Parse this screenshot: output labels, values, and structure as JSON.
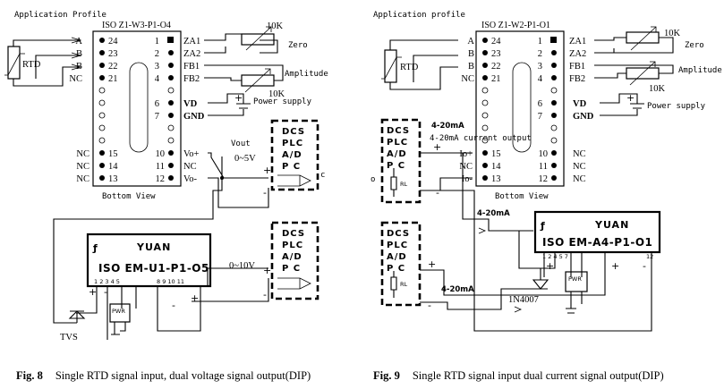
{
  "fig8": {
    "profile_title": "Application Profile",
    "part_number": "ISO Z1-W3-P1-O4",
    "rtd_label": "RTD",
    "left_pins": [
      {
        "name": "A",
        "num": "24"
      },
      {
        "name": "B",
        "num": "23"
      },
      {
        "name": "B",
        "num": "22"
      },
      {
        "name": "NC",
        "num": "21"
      }
    ],
    "right_pins": [
      {
        "name": "ZA1",
        "num": "1"
      },
      {
        "name": "ZA2",
        "num": "2"
      },
      {
        "name": "FB1",
        "num": "3"
      },
      {
        "name": "FB2",
        "num": "4"
      },
      {
        "name": "VD",
        "num": "6"
      },
      {
        "name": "GND",
        "num": "7"
      }
    ],
    "left_pins_bottom": [
      {
        "name": "NC",
        "num": "15"
      },
      {
        "name": "NC",
        "num": "14"
      },
      {
        "name": "NC",
        "num": "13"
      }
    ],
    "right_pins_bottom": [
      {
        "name": "Vo+",
        "num": "10"
      },
      {
        "name": "NC",
        "num": "11"
      },
      {
        "name": "Vo-",
        "num": "12"
      }
    ],
    "pot_zero_value": "10K",
    "zero_label": "Zero",
    "amplitude_label": "Amplitude",
    "pot_amp_value": "10K",
    "power_supply_label": "Power supply",
    "bottom_view_label": "Bottom View",
    "vout_label": "Vout",
    "range1": "0~5V",
    "range2": "0~10V",
    "dcs_lines": [
      "DCS",
      "PLC",
      "A/D",
      "P C"
    ],
    "stray_char": "c",
    "module_brand": "YUAN",
    "module_part": "ISO EM-U1-P1-O5",
    "module_pins": "1 2 3 4 5",
    "module_pins_right": "8 9 10 11",
    "pwr_label": "PWR",
    "tvs_label": "TVS",
    "caption_num": "Fig. 8",
    "caption_text": "Single RTD signal input, dual voltage signal output(DIP)"
  },
  "fig9": {
    "profile_title": "Application profile",
    "part_number": "ISO Z1-W2-P1-O1",
    "rtd_label": "RTD",
    "left_pins": [
      {
        "name": "A",
        "num": "24"
      },
      {
        "name": "B",
        "num": "23"
      },
      {
        "name": "B",
        "num": "22"
      },
      {
        "name": "NC",
        "num": "21"
      }
    ],
    "right_pins": [
      {
        "name": "ZA1",
        "num": "1"
      },
      {
        "name": "ZA2",
        "num": "2"
      },
      {
        "name": "FB1",
        "num": "3"
      },
      {
        "name": "FB2",
        "num": "4"
      },
      {
        "name": "VD",
        "num": "6"
      },
      {
        "name": "GND",
        "num": "7"
      }
    ],
    "left_pins_bottom": [
      {
        "name": "Io+",
        "num": "15"
      },
      {
        "name": "NC",
        "num": "14"
      },
      {
        "name": "Io-",
        "num": "13"
      }
    ],
    "right_pins_bottom": [
      {
        "name": "NC",
        "num": "10"
      },
      {
        "name": "NC",
        "num": "11"
      },
      {
        "name": "NC",
        "num": "12"
      }
    ],
    "pot_zero_value": "10K",
    "zero_label": "Zero",
    "amplitude_label": "Amplitude",
    "pot_amp_value": "10K",
    "power_supply_label": "Power supply",
    "bottom_view_label": "Bottom View",
    "current_output_label": "4-20mA current output",
    "sig_4_20_a": "4-20mA",
    "sig_4_20_b": "4-20mA",
    "dcs_lines": [
      "DCS",
      "PLC",
      "A/D",
      "P C"
    ],
    "rl_label": "RL",
    "stray_char": "o",
    "module_brand": "YUAN",
    "module_part": "ISO EM-A4-P1-O1",
    "module_pins": "1 2 4 5 7",
    "module_pin_12": "12",
    "pwr_label": "PWR",
    "diode_label": "1N4007",
    "caption_num": "Fig. 9",
    "caption_text": "Single RTD signal input dual current signal output(DIP)"
  }
}
